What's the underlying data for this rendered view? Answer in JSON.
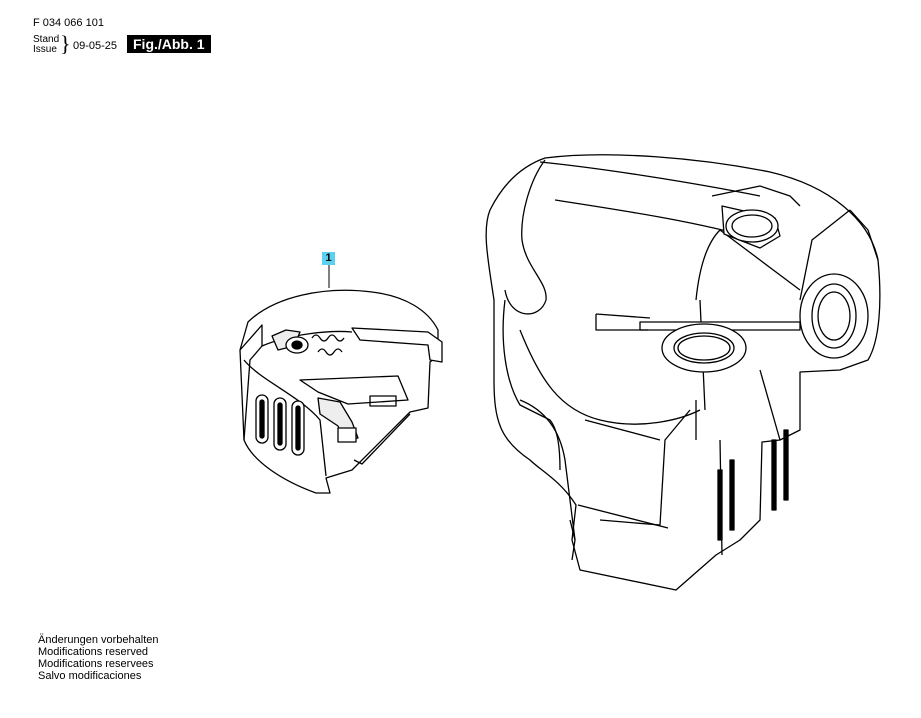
{
  "header": {
    "doc_number": "F 034 066 101",
    "stand_label": "Stand",
    "issue_label": "Issue",
    "date": "09-05-25",
    "figure_label": "Fig./Abb. 1"
  },
  "callouts": [
    {
      "label": "1"
    }
  ],
  "notes": [
    "Änderungen vorbehalten",
    "Modifications reserved",
    "Modifications reservees",
    "Salvo modificaciones"
  ]
}
